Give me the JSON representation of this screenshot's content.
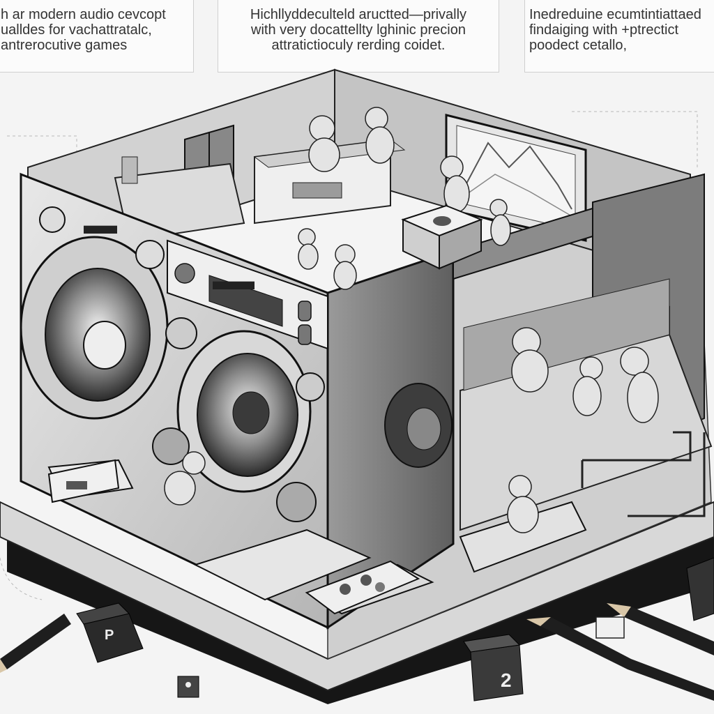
{
  "captions": [
    {
      "lines": [
        "h ar modern audio cevcopt",
        "ualldes for vachattratalc,",
        "antrerocutive games"
      ]
    },
    {
      "lines": [
        "Hichllyddeculteld aructted—privally",
        "with very docattellty lghinic precion",
        "attratictioculy rerding  coidet."
      ]
    },
    {
      "lines": [
        "Inedreduine ecumtintiattaed",
        "findaiging with +ptrectict",
        "poodect cetallo,"
      ]
    }
  ],
  "labels": {
    "speaker_plate": "████████",
    "display_plate": "██████████",
    "dice_p": "P",
    "dice_two": "2"
  },
  "palette": {
    "ink": "#1b1b1b",
    "light": "#e9e9e9",
    "mid": "#bdbdbd",
    "dark": "#5a5a5a",
    "paper": "#f4f4f4"
  }
}
